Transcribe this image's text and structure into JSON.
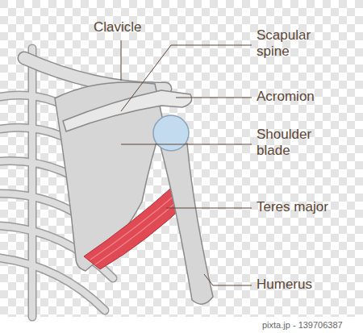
{
  "diagram": {
    "labels": [
      "Clavicle",
      "Scapular spine",
      "Acromion",
      "Shoulder blade",
      "Teres major",
      "Humerus",
      "pixta.jp - 139706387"
    ]
  }
}
